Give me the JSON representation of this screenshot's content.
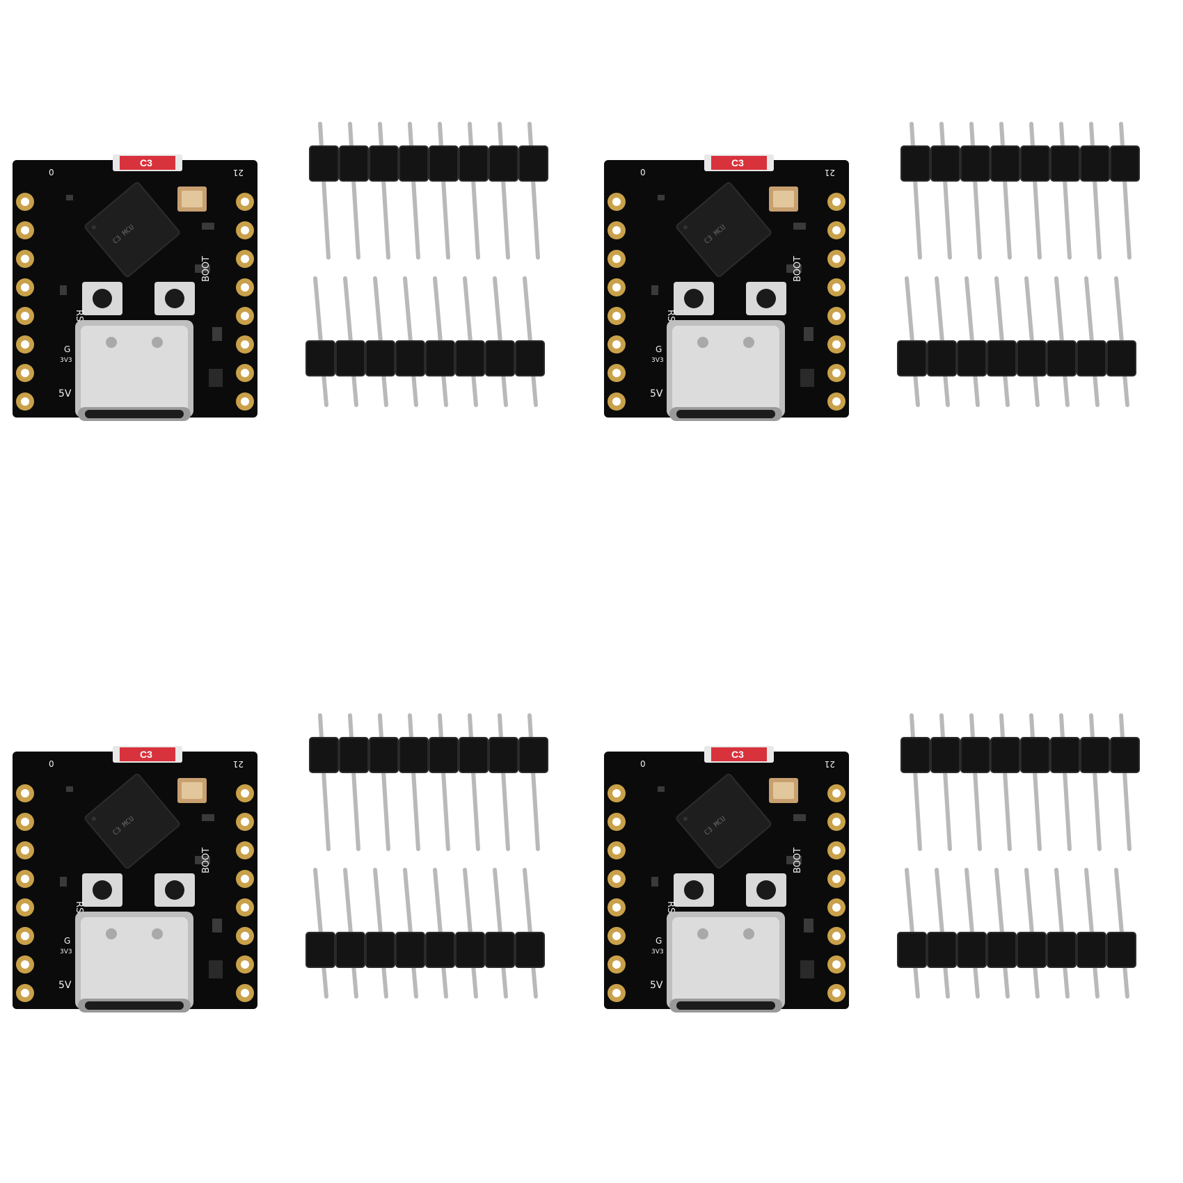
{
  "product": {
    "kits": [
      {
        "id": "kit-1"
      },
      {
        "id": "kit-2"
      },
      {
        "id": "kit-3"
      },
      {
        "id": "kit-4"
      }
    ],
    "board": {
      "antenna_label": "C3",
      "label_top_left": "0",
      "label_top_right": "21",
      "label_rst": "RST",
      "label_boot": "BOOT",
      "label_5v": "5V",
      "label_g": "G",
      "label_3v3": "3V3"
    },
    "header_pins_per_strip": 8,
    "colors": {
      "pcb": "#0b0b0b",
      "pad_gold": "#c9a14a",
      "antenna_red": "#d8323c",
      "usb_silver": "#c8c8c8",
      "header_plastic": "#141414",
      "pin_metal": "#b9b9b9"
    }
  }
}
